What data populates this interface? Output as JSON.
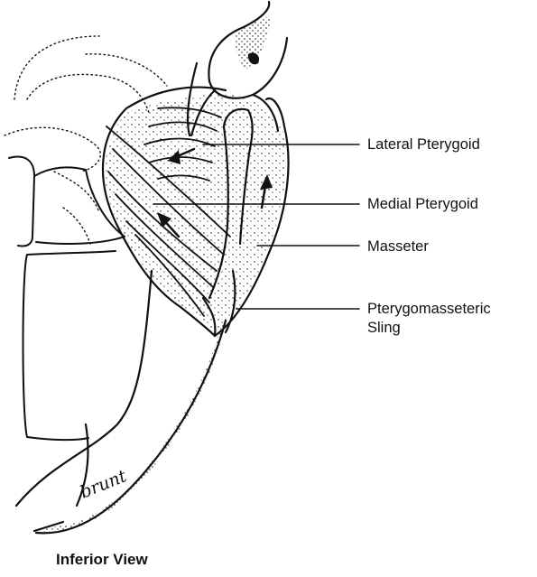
{
  "labels": {
    "lateral_pterygoid": "Lateral Pterygoid",
    "medial_pterygoid": "Medial Pterygoid",
    "masseter": "Masseter",
    "sling_line1": "Pterygomasseteric",
    "sling_line2": "Sling"
  },
  "caption": "Inferior View",
  "signature": "brunt",
  "colors": {
    "ink": "#111111",
    "paper": "#ffffff"
  }
}
